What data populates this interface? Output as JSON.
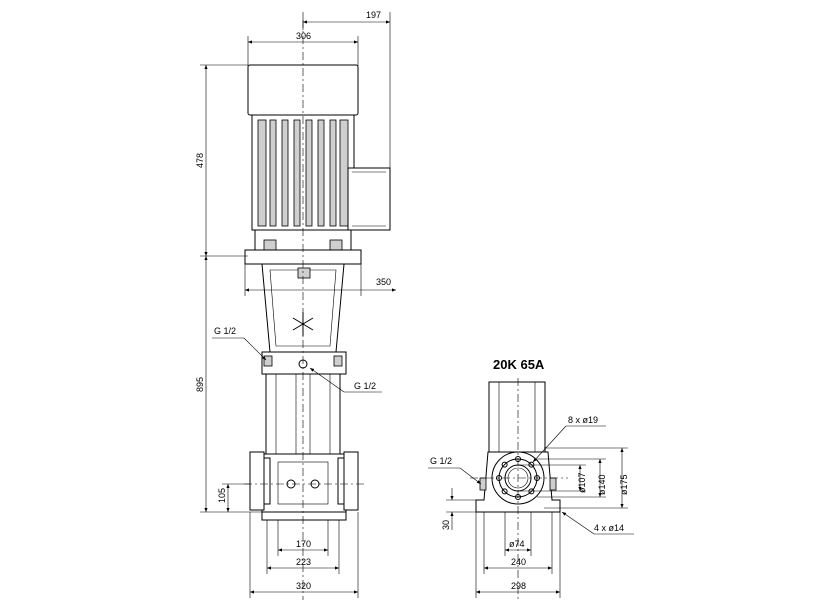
{
  "title": "20K 65A",
  "front_view": {
    "dims": {
      "top_right": "197",
      "motor_width": "306",
      "motor_height": "478",
      "head_width": "350",
      "total_height": "895",
      "flange_height": "105",
      "base_inner": "170",
      "base_mid": "223",
      "base_outer": "320"
    },
    "callouts": {
      "vent_left": "G 1/2",
      "vent_right": "G 1/2"
    }
  },
  "side_view": {
    "dims": {
      "bolts": "8 x ø19",
      "d_inner": "ø107",
      "d_pitch": "ø140",
      "d_outer": "ø175",
      "base_height": "30",
      "port": "ø74",
      "base_mid": "240",
      "base_outer": "298",
      "holes": "4 x ø14"
    },
    "callouts": {
      "drain": "G 1/2"
    }
  }
}
